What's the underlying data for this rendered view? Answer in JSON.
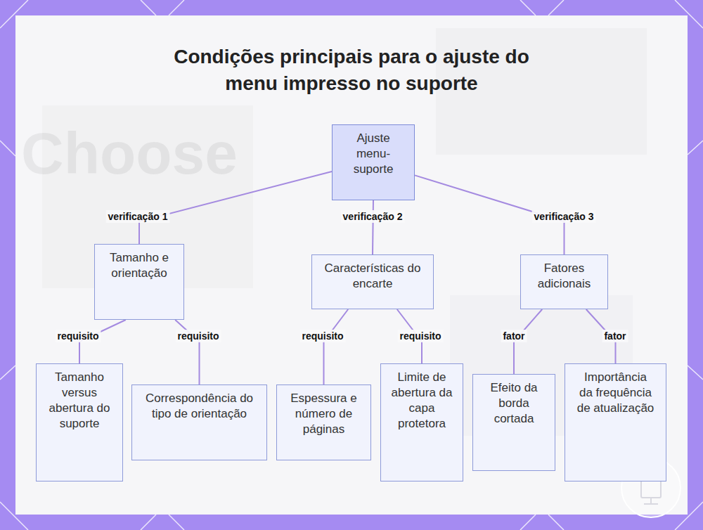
{
  "diagram": {
    "title": "Condições principais para o ajuste do menu impresso no suporte",
    "nodes": [
      {
        "text": [
          "Ajuste menu-suporte"
        ]
      },
      {
        "text": [
          "Tamanho e orientação"
        ]
      },
      {
        "text": [
          "Características do encarte"
        ]
      },
      {
        "text": [
          "Fatores adicionais"
        ]
      },
      {
        "text": [
          "Tamanho versus abertura do suporte"
        ]
      },
      {
        "text": [
          "Correspondência do tipo de orientação"
        ]
      },
      {
        "text": [
          "Espessura e número de páginas"
        ]
      },
      {
        "text": [
          "Limite de abertura da capa protetora"
        ]
      },
      {
        "text": [
          "Efeito da borda cortada"
        ]
      },
      {
        "text": [
          "Importância da frequência de atualização"
        ]
      }
    ],
    "edges": [
      {
        "from": 0,
        "to": 1,
        "label": "verificação 1",
        "arrow": "none"
      },
      {
        "from": 0,
        "to": 2,
        "label": "verificação 2",
        "arrow": "none"
      },
      {
        "from": 0,
        "to": 3,
        "label": "verificação 3",
        "arrow": "none"
      },
      {
        "from": 1,
        "to": 4,
        "label": "requisito",
        "arrow": "none"
      },
      {
        "from": 1,
        "to": 5,
        "label": "requisito",
        "arrow": "none"
      },
      {
        "from": 2,
        "to": 6,
        "label": "requisito",
        "arrow": "none"
      },
      {
        "from": 2,
        "to": 7,
        "label": "requisito",
        "arrow": "none"
      },
      {
        "from": 3,
        "to": 8,
        "label": "fator",
        "arrow": "none"
      },
      {
        "from": 3,
        "to": 9,
        "label": "fator",
        "arrow": "none"
      }
    ],
    "labels": [
      "Choose"
    ]
  }
}
